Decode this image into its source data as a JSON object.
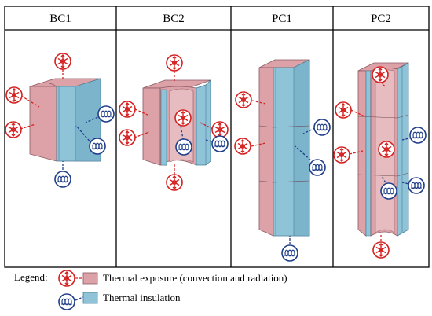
{
  "panels": [
    {
      "id": "bc1",
      "title": "BC1"
    },
    {
      "id": "bc2",
      "title": "BC2"
    },
    {
      "id": "pc1",
      "title": "PC1"
    },
    {
      "id": "pc2",
      "title": "PC2"
    }
  ],
  "legend": {
    "title": "Legend:",
    "exposure_label": "Thermal exposure (convection and radiation)",
    "insulation_label": "Thermal insulation"
  },
  "colors": {
    "exposure_fill": "#dca2a8",
    "exposure_dark": "#c98a92",
    "insulation_fill": "#8ec3d8",
    "insulation_dark": "#6ea9c2",
    "exposure_symbol": "#d62020",
    "insulation_symbol": "#1f3d8a"
  },
  "icons": {
    "exposure": "heat-flame-icon",
    "insulation": "insulation-coil-icon"
  }
}
